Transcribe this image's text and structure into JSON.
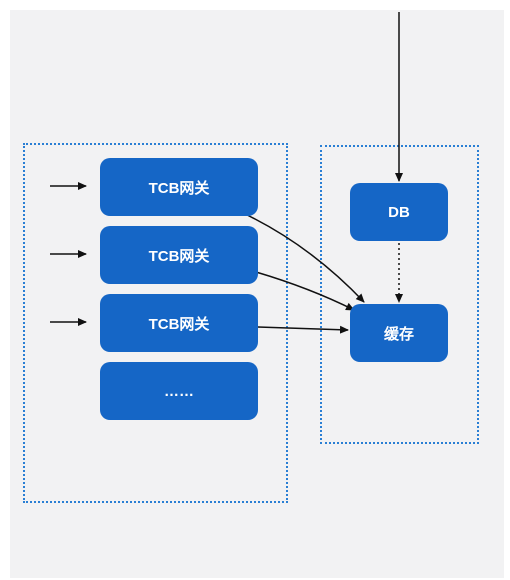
{
  "nodes": {
    "gateway_1": "TCB网关",
    "gateway_2": "TCB网关",
    "gateway_3": "TCB网关",
    "more": "……",
    "db": "DB",
    "cache": "缓存"
  },
  "colors": {
    "node_fill": "#1566c6",
    "group_border": "#2a7fd4",
    "background": "#f2f2f3",
    "edge": "#111111"
  }
}
